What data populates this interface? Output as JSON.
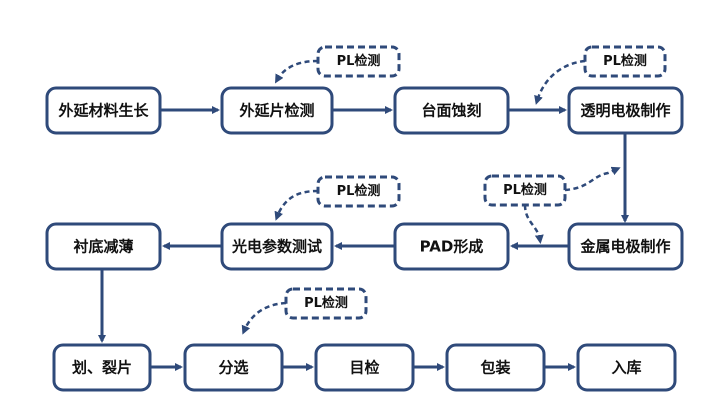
{
  "colors": {
    "stroke": "#2f4a7a",
    "text": "#111111",
    "background": "#ffffff"
  },
  "steps": [
    "外延材料生长",
    "外延片检测",
    "台面蚀刻",
    "透明电极制作",
    "金属电极制作",
    "PAD形成",
    "光电参数测试",
    "衬底减薄",
    "划、裂片",
    "分选",
    "目检",
    "包装",
    "入库"
  ],
  "inspections": [
    {
      "label": "PL检测",
      "target": "外延片检测"
    },
    {
      "label": "PL检测",
      "target": "台面蚀刻 → 透明电极制作"
    },
    {
      "label": "PL检测",
      "target": "光电参数测试"
    },
    {
      "label": "PL检测",
      "target": "透明电极制作 → 金属电极制作 / 金属电极制作 → PAD形成"
    },
    {
      "label": "PL检测",
      "target": "分选"
    }
  ]
}
